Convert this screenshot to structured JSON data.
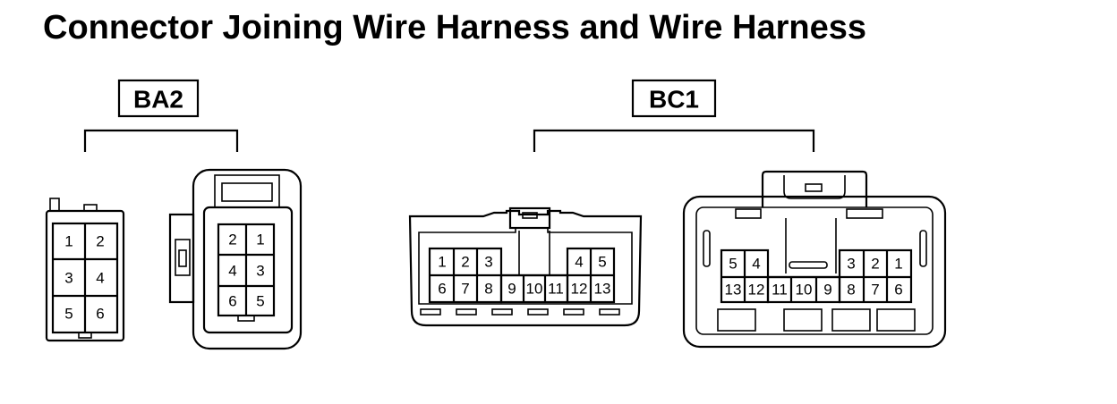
{
  "title": "Connector Joining Wire Harness and Wire Harness",
  "colors": {
    "ink": "#000000",
    "background": "#ffffff"
  },
  "connectors": [
    {
      "id": "BA2",
      "label": "BA2",
      "views": [
        {
          "side": "left",
          "rows": [
            [
              "1",
              "2"
            ],
            [
              "3",
              "4"
            ],
            [
              "5",
              "6"
            ]
          ]
        },
        {
          "side": "right",
          "rows": [
            [
              "2",
              "1"
            ],
            [
              "4",
              "3"
            ],
            [
              "6",
              "5"
            ]
          ]
        }
      ]
    },
    {
      "id": "BC1",
      "label": "BC1",
      "views": [
        {
          "side": "left",
          "top_row": [
            "1",
            "2",
            "3",
            "",
            "",
            "",
            "4",
            "5"
          ],
          "bottom_row": [
            "6",
            "7",
            "8",
            "9",
            "10",
            "11",
            "12",
            "13"
          ]
        },
        {
          "side": "right",
          "top_row": [
            "5",
            "4",
            "",
            "",
            "",
            "3",
            "2",
            "1"
          ],
          "bottom_row": [
            "13",
            "12",
            "11",
            "10",
            "9",
            "8",
            "7",
            "6"
          ]
        }
      ]
    }
  ]
}
